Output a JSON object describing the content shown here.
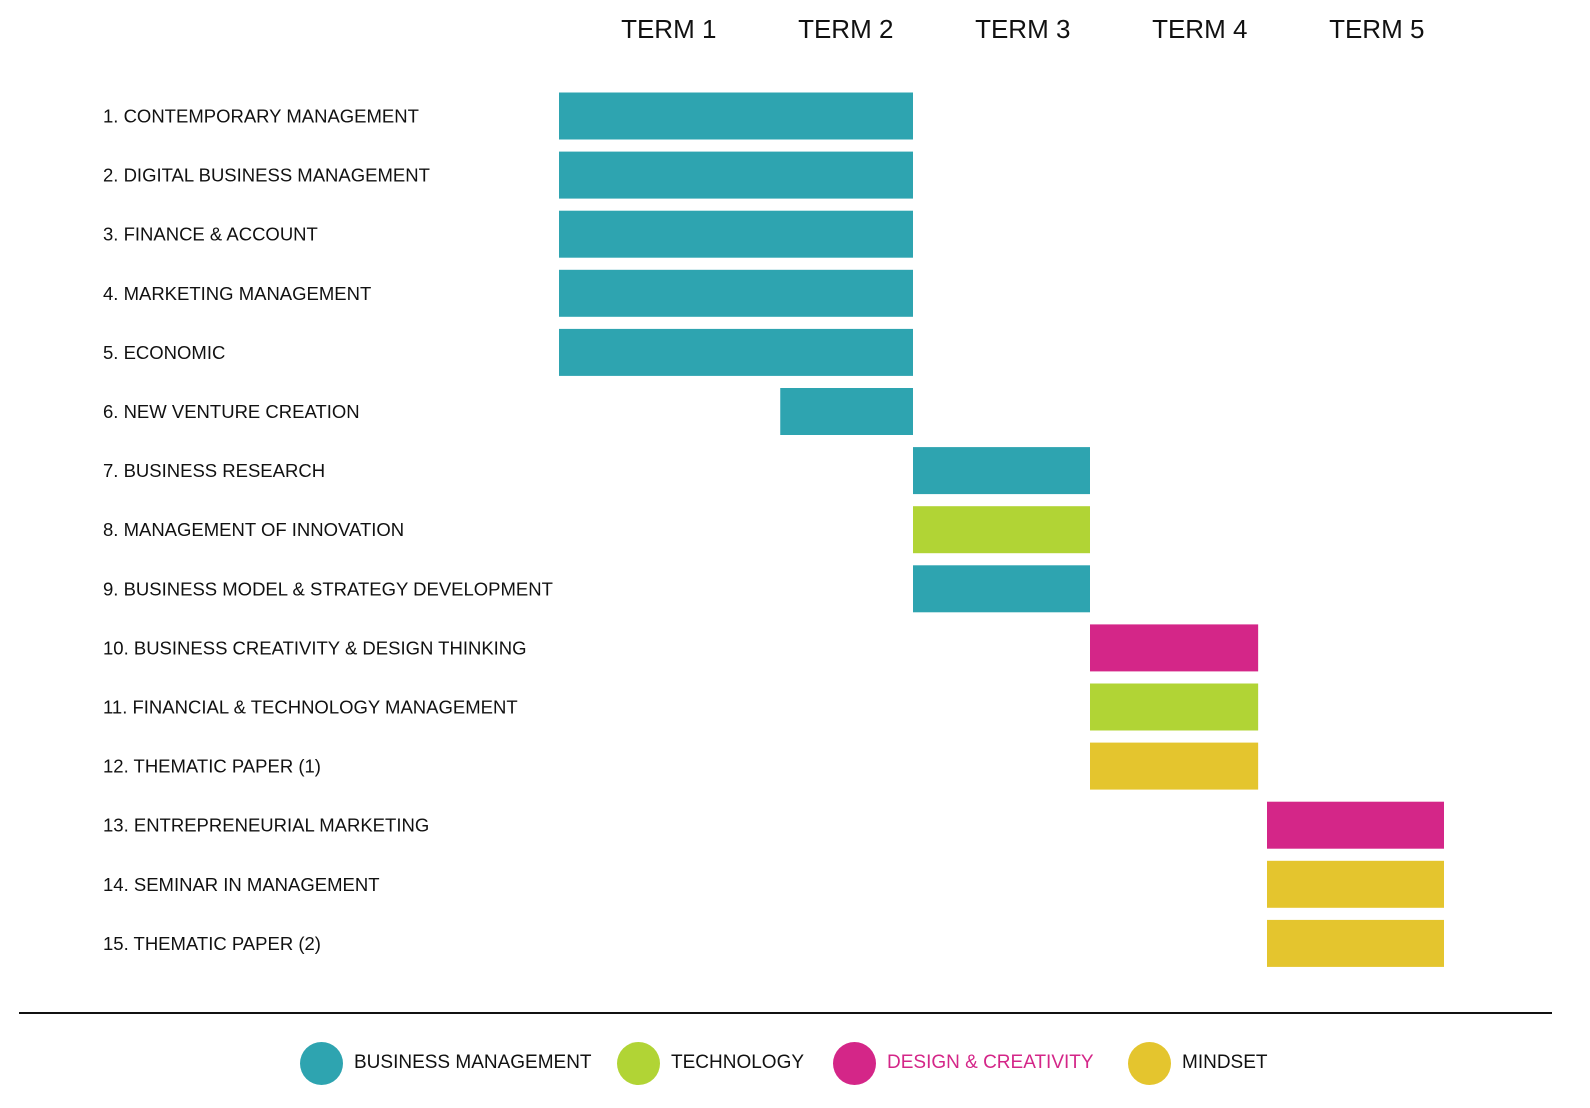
{
  "chart_data": {
    "type": "gantt",
    "terms": [
      "TERM 1",
      "TERM 2",
      "TERM 3",
      "TERM 4",
      "TERM 5"
    ],
    "categories": {
      "business_management": {
        "label": "BUSINESS MANAGEMENT",
        "color": "#2ea4b0"
      },
      "technology": {
        "label": "TECHNOLOGY",
        "color": "#b1d435"
      },
      "design_creativity": {
        "label": "DESIGN & CREATIVITY",
        "color": "#d42688"
      },
      "mindset": {
        "label": "MINDSET",
        "color": "#e4c52e"
      }
    },
    "tasks": [
      {
        "label": "1. CONTEMPORARY MANAGEMENT",
        "start": 0.0,
        "end": 2.0,
        "category": "business_management"
      },
      {
        "label": "2. DIGITAL BUSINESS MANAGEMENT",
        "start": 0.0,
        "end": 2.0,
        "category": "business_management"
      },
      {
        "label": "3. FINANCE & ACCOUNT",
        "start": 0.0,
        "end": 2.0,
        "category": "business_management"
      },
      {
        "label": "4. MARKETING MANAGEMENT",
        "start": 0.0,
        "end": 2.0,
        "category": "business_management"
      },
      {
        "label": "5. ECONOMIC",
        "start": 0.0,
        "end": 2.0,
        "category": "business_management"
      },
      {
        "label": "6. NEW VENTURE CREATION",
        "start": 1.25,
        "end": 2.0,
        "category": "business_management"
      },
      {
        "label": "7. BUSINESS RESEARCH",
        "start": 2.0,
        "end": 3.0,
        "category": "business_management"
      },
      {
        "label": "8. MANAGEMENT OF INNOVATION",
        "start": 2.0,
        "end": 3.0,
        "category": "technology"
      },
      {
        "label": "9. BUSINESS MODEL &  STRATEGY DEVELOPMENT",
        "start": 2.0,
        "end": 3.0,
        "category": "business_management"
      },
      {
        "label": "10. BUSINESS CREATIVITY & DESIGN THINKING",
        "start": 3.0,
        "end": 3.95,
        "category": "design_creativity"
      },
      {
        "label": "11. FINANCIAL & TECHNOLOGY MANAGEMENT",
        "start": 3.0,
        "end": 3.95,
        "category": "technology"
      },
      {
        "label": "12. THEMATIC PAPER (1)",
        "start": 3.0,
        "end": 3.95,
        "category": "mindset"
      },
      {
        "label": "13. ENTREPRENEURIAL MARKETING",
        "start": 4.0,
        "end": 5.0,
        "category": "design_creativity"
      },
      {
        "label": "14. SEMINAR IN MANAGEMENT",
        "start": 4.0,
        "end": 5.0,
        "category": "mindset"
      },
      {
        "label": "15. THEMATIC PAPER (2)",
        "start": 4.0,
        "end": 5.0,
        "category": "mindset"
      }
    ],
    "xlim": [
      0,
      5
    ],
    "grid": false,
    "legend_position": "bottom"
  },
  "legend": {
    "items": [
      {
        "label": "BUSINESS MANAGEMENT",
        "color": "#2ea4b0",
        "text_color": "#111111"
      },
      {
        "label": "TECHNOLOGY",
        "color": "#b1d435",
        "text_color": "#111111"
      },
      {
        "label": "DESIGN & CREATIVITY",
        "color": "#d42688",
        "text_color": "#d42688"
      },
      {
        "label": "MINDSET",
        "color": "#e4c52e",
        "text_color": "#111111"
      }
    ]
  }
}
